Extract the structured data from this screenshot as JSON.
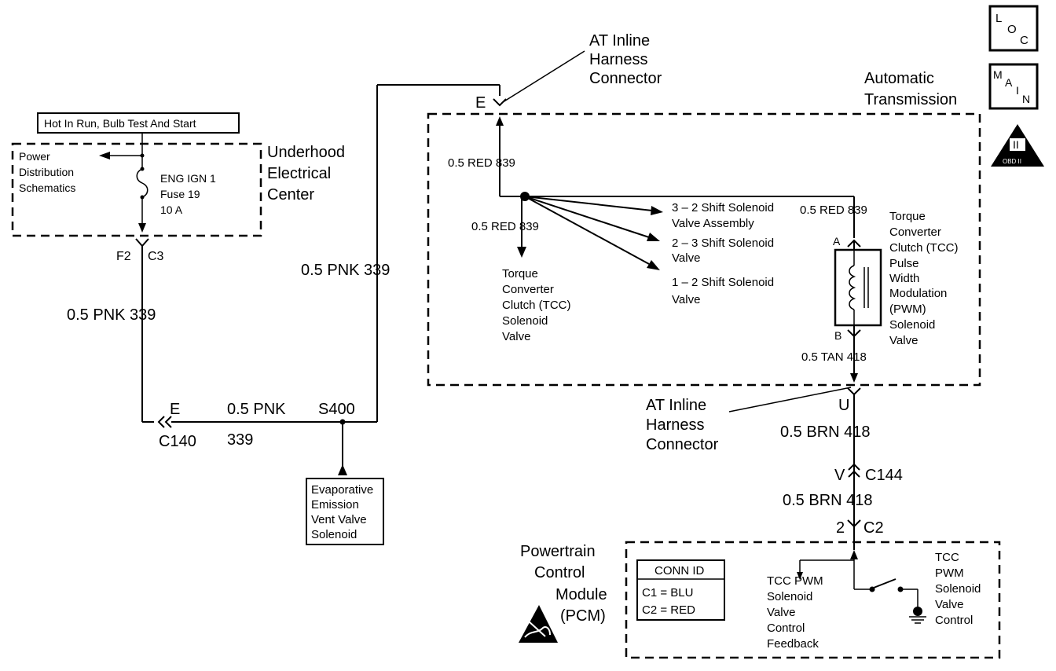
{
  "fuse_box": {
    "header": "Hot In Run, Bulb Test And Start",
    "power_dist": [
      "Power",
      "Distribution",
      "Schematics"
    ],
    "fuse": [
      "ENG IGN 1",
      "Fuse 19",
      "10 A"
    ],
    "center": [
      "Underhood",
      "Electrical",
      "Center"
    ],
    "pin_left": "F2",
    "pin_right": "C3"
  },
  "wires": {
    "w339_left": "0.5 PNK  339",
    "w339_mid": "0.5 PNK  339",
    "w339_bottom": "0.5 PNK",
    "w339_circuit": "339",
    "splice": "S400",
    "c140_pin": "E",
    "c140": "C140",
    "red839_top": "0.5 RED  839",
    "red839_mid": "0.5 RED  839",
    "red839_right": "0.5 RED  839",
    "tan418": "0.5 TAN  418",
    "brn418_a": "0.5 BRN  418",
    "brn418_b": "0.5 BRN  418"
  },
  "evap": [
    "Evaporative",
    "Emission",
    "Vent Valve",
    "Solenoid"
  ],
  "connector_top": {
    "label": [
      "AT Inline",
      "Harness",
      "Connector"
    ],
    "pin": "E"
  },
  "connector_bottom": {
    "label": [
      "AT Inline",
      "Harness",
      "Connector"
    ],
    "pin": "U"
  },
  "c144": {
    "pin": "V",
    "name": "C144"
  },
  "c2": {
    "pin": "2",
    "name": "C2"
  },
  "transmission": {
    "label": [
      "Automatic",
      "Transmission"
    ],
    "tcc_valve": [
      "Torque",
      "Converter",
      "Clutch (TCC)",
      "Solenoid",
      "Valve"
    ],
    "shift32": [
      "3 – 2 Shift Solenoid",
      "Valve  Assembly"
    ],
    "shift23": [
      "2 – 3 Shift Solenoid",
      "Valve"
    ],
    "shift12": [
      "1 – 2 Shift Solenoid",
      "Valve"
    ],
    "pwm_valve": [
      "Torque",
      "Converter",
      "Clutch (TCC)",
      "Pulse",
      "Width",
      "Modulation",
      "(PWM)",
      "Solenoid",
      "Valve"
    ],
    "pin_a": "A",
    "pin_b": "B"
  },
  "pcm": {
    "label": [
      "Powertrain",
      "Control",
      "Module",
      "(PCM)"
    ],
    "conn_id_title": "CONN ID",
    "conn_id_rows": [
      "C1  =  BLU",
      "C2  =  RED"
    ],
    "feedback": [
      "TCC PWM",
      "Solenoid",
      "Valve",
      "Control",
      "Feedback"
    ],
    "control": [
      "TCC",
      "PWM",
      "Solenoid",
      "Valve",
      "Control"
    ]
  },
  "icons": {
    "loc": [
      "L",
      "O",
      "C"
    ],
    "main": [
      "M",
      "A",
      "I",
      "N"
    ],
    "obd_numeral": "II",
    "obd_text": "OBD II"
  }
}
